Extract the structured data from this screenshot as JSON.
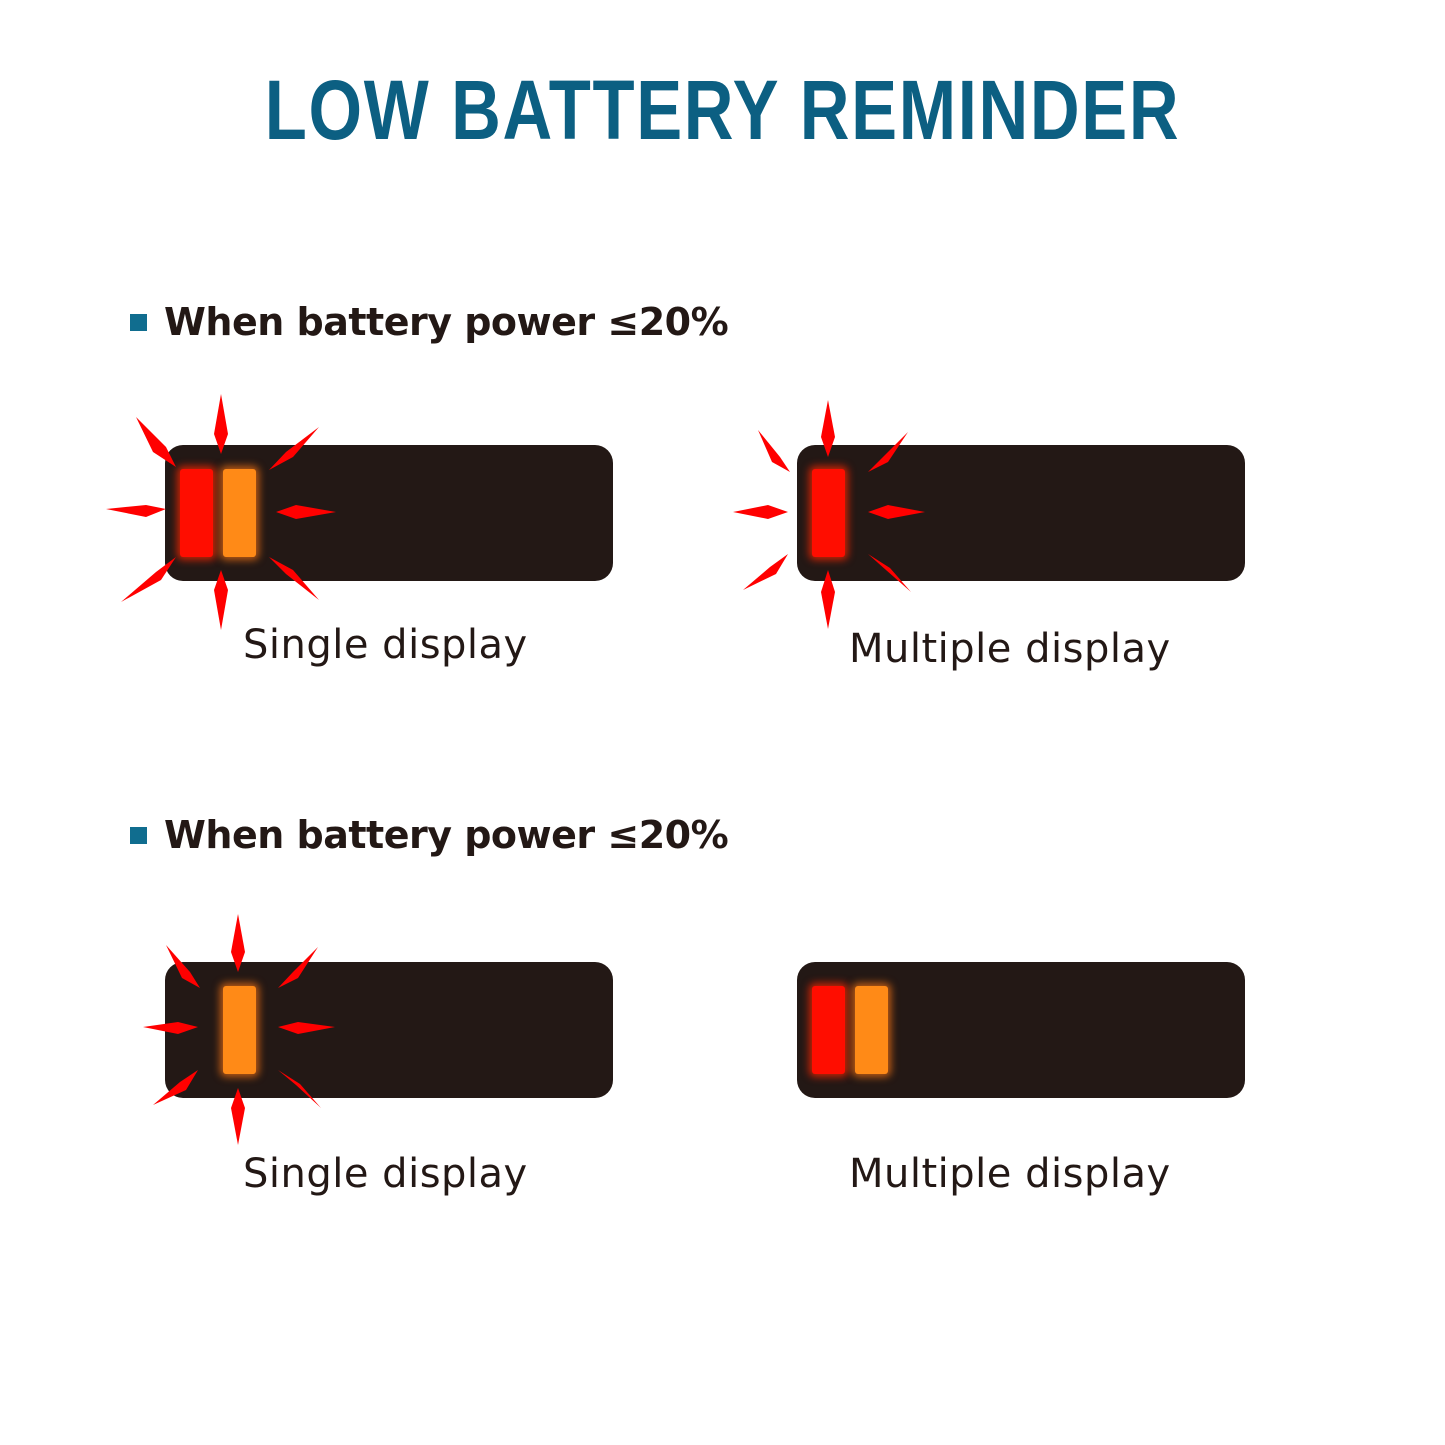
{
  "title": "LOW BATTERY REMINDER",
  "sections": [
    {
      "heading": "When battery power ≤20%",
      "items": [
        {
          "caption": "Single display",
          "segments": [
            "red",
            "orange"
          ],
          "flashing": "both"
        },
        {
          "caption": "Multiple display",
          "segments": [
            "red"
          ],
          "flashing": "red"
        }
      ]
    },
    {
      "heading": "When battery power ≤20%",
      "items": [
        {
          "caption": "Single display",
          "segments": [
            "orange"
          ],
          "flashing": "orange"
        },
        {
          "caption": "Multiple display",
          "segments": [
            "red",
            "orange"
          ],
          "flashing": "none"
        }
      ]
    }
  ],
  "colors": {
    "title": "#0c5f82",
    "bullet": "#106d8f",
    "text": "#231815",
    "panel": "#231815",
    "segment_red": "#ff0d00",
    "segment_orange": "#ff8a17",
    "flash": "#ff0000"
  },
  "icons": [
    "flash-burst-icon",
    "bullet-square-icon"
  ]
}
